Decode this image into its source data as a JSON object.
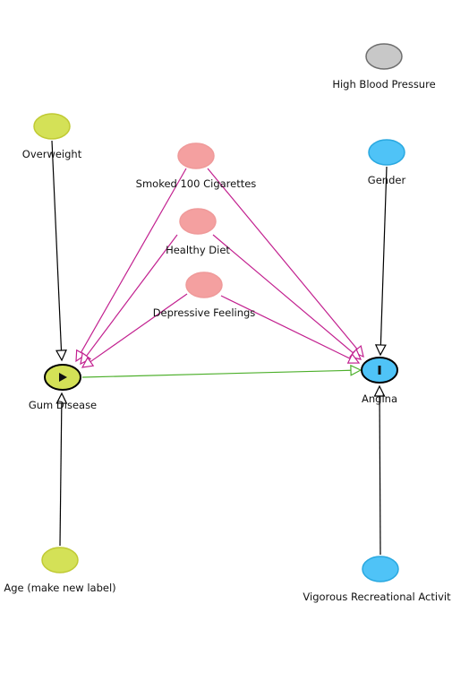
{
  "diagram": {
    "nodes": [
      {
        "id": "high-blood-pressure",
        "label": "High Blood Pressure",
        "fill": "#c8c8c8",
        "stroke": "#6e6e6e"
      },
      {
        "id": "overweight",
        "label": "Overweight",
        "fill": "#d4e157",
        "stroke": "#c0ca33"
      },
      {
        "id": "smoked-100-cigarettes",
        "label": "Smoked 100 Cigarettes",
        "fill": "#f4a0a0",
        "stroke": "#ef9a9a"
      },
      {
        "id": "gender",
        "label": "Gender",
        "fill": "#4fc3f7",
        "stroke": "#29a8e0"
      },
      {
        "id": "healthy-diet",
        "label": "Healthy Diet",
        "fill": "#f4a0a0",
        "stroke": "#ef9a9a"
      },
      {
        "id": "depressive-feelings",
        "label": "Depressive Feelings",
        "fill": "#f4a0a0",
        "stroke": "#ef9a9a"
      },
      {
        "id": "gum-disease",
        "label": "Gum Disease",
        "fill": "#d4e157",
        "stroke": "#000000",
        "marker": "exposure"
      },
      {
        "id": "angina",
        "label": "Angina",
        "fill": "#4fc3f7",
        "stroke": "#000000",
        "marker": "outcome"
      },
      {
        "id": "age",
        "label": "Age (make new label)",
        "fill": "#d4e157",
        "stroke": "#c0ca33"
      },
      {
        "id": "vigorous-recreational-activity",
        "label": "Vigorous Recreational Activit",
        "fill": "#4fc3f7",
        "stroke": "#29a8e0"
      }
    ],
    "edges": [
      {
        "from": "overweight",
        "to": "gum-disease",
        "color": "#000000"
      },
      {
        "from": "age",
        "to": "gum-disease",
        "color": "#000000"
      },
      {
        "from": "gender",
        "to": "angina",
        "color": "#000000"
      },
      {
        "from": "vigorous-recreational-activity",
        "to": "angina",
        "color": "#000000"
      },
      {
        "from": "smoked-100-cigarettes",
        "to": "gum-disease",
        "color": "#c2208f"
      },
      {
        "from": "healthy-diet",
        "to": "gum-disease",
        "color": "#c2208f"
      },
      {
        "from": "depressive-feelings",
        "to": "gum-disease",
        "color": "#c2208f"
      },
      {
        "from": "smoked-100-cigarettes",
        "to": "angina",
        "color": "#c2208f"
      },
      {
        "from": "healthy-diet",
        "to": "angina",
        "color": "#c2208f"
      },
      {
        "from": "depressive-feelings",
        "to": "angina",
        "color": "#c2208f"
      },
      {
        "from": "gum-disease",
        "to": "angina",
        "color": "#4caf2a"
      }
    ]
  }
}
